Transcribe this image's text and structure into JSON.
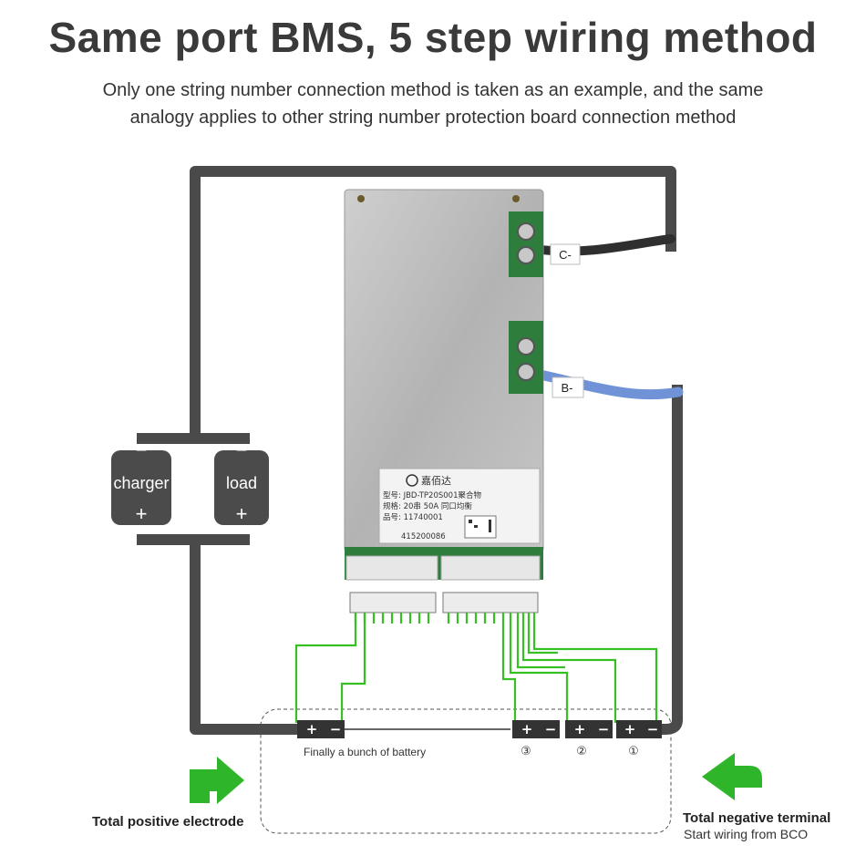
{
  "title": "Same port BMS, 5 step wiring method",
  "subtitle": [
    "Only one string number connection method is taken as an example, and the same",
    "analogy applies to other string number protection board connection method"
  ],
  "devices": {
    "charger": {
      "label": "charger",
      "neg": "−",
      "pos": "+"
    },
    "load": {
      "label": "load",
      "neg": "−",
      "pos": "+"
    }
  },
  "cables": {
    "c_minus": "C-",
    "b_minus": "B-"
  },
  "board_plate": {
    "brand": "嘉佰达",
    "model": "型号: JBD-TP20S001聚合物",
    "spec": "规格: 20串 50A 同口均衡",
    "item": "品号: 11740001",
    "serial": "415200086"
  },
  "cells": [
    {
      "plus": "+",
      "minus": "−",
      "number": ""
    },
    {
      "plus": "+",
      "minus": "−",
      "number": "③"
    },
    {
      "plus": "+",
      "minus": "−",
      "number": "②"
    },
    {
      "plus": "+",
      "minus": "−",
      "number": "①"
    }
  ],
  "labels": {
    "last_battery": "Finally a bunch of battery",
    "total_positive": "Total positive electrode",
    "total_negative": "Total negative terminal",
    "start_wiring": "Start wiring from BCO"
  },
  "colors": {
    "wire_dark": "#4a4a4a",
    "wire_blue": "#6f93d6",
    "balance_wire": "#37c024",
    "arrow_green": "#2fb52a",
    "device_fill": "#4b4b4b",
    "board_metal": "#b9b9b9",
    "pcb_green": "#2f7d3c"
  },
  "icons": [
    "arrow-up-right-icon",
    "arrow-up-left-icon",
    "brand-logo-icon",
    "qr-code-icon"
  ]
}
